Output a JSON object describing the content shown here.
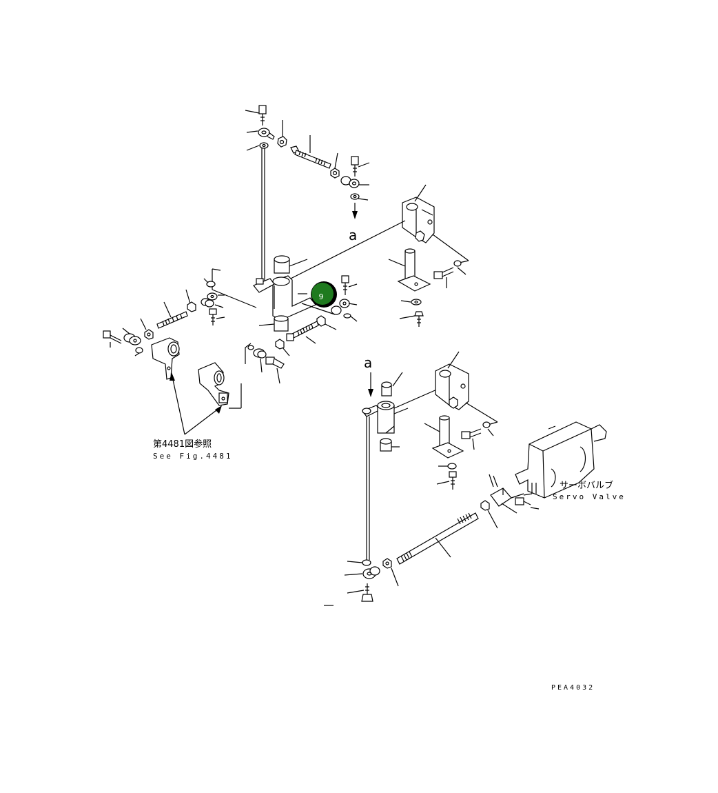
{
  "diagram": {
    "view_marker_top": "a",
    "view_marker_bottom": "a",
    "callout": {
      "number": "9",
      "color": "#1f7a1f",
      "ring_color": "#000000",
      "text_color": "#ffffff"
    },
    "reference_jp": "第4481図参照",
    "reference_en": "See Fig.4481",
    "servo_valve_jp": "サーボバルブ",
    "servo_valve_en": "Servo Valve",
    "drawing_code": "PEA4032"
  }
}
